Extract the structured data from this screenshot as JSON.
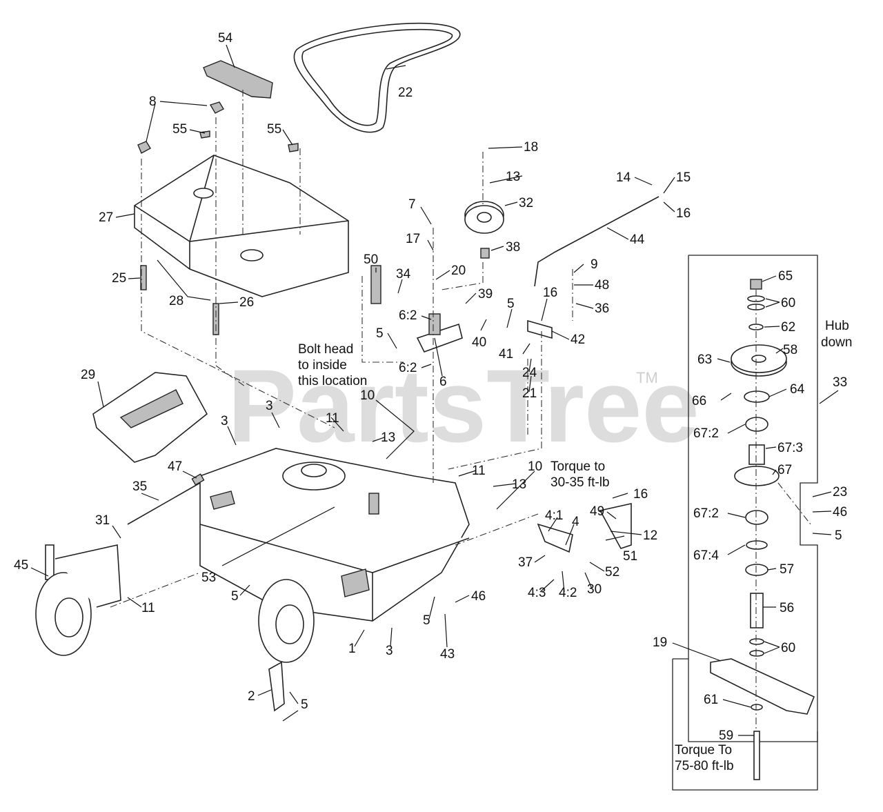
{
  "watermark": {
    "text": "PartsTree",
    "tm": "TM"
  },
  "notes": {
    "bolt_head": [
      "Bolt head",
      "to inside",
      "this location"
    ],
    "torque_30": [
      "Torque to",
      "30-35 ft-lb"
    ],
    "hub_down": [
      "Hub",
      "down"
    ],
    "torque_75": [
      "Torque To",
      "75-80 ft-lb"
    ]
  },
  "callouts": {
    "c54": "54",
    "c22": "22",
    "c8": "8",
    "c55a": "55",
    "c55b": "55",
    "c27": "27",
    "c25": "25",
    "c28": "28",
    "c26": "26",
    "c7": "7",
    "c17": "17",
    "c20": "20",
    "c50": "50",
    "c34": "34",
    "c62a": "6:2",
    "c62b": "6:2",
    "c6": "6",
    "c5a": "5",
    "c18": "18",
    "c13a": "13",
    "c32": "32",
    "c38": "38",
    "c39": "39",
    "c40": "40",
    "c5b": "5",
    "c41": "41",
    "c24": "24",
    "c21": "21",
    "c14": "14",
    "c15": "15",
    "c16a": "16",
    "c44": "44",
    "c9": "9",
    "c48": "48",
    "c36": "36",
    "c16b": "16",
    "c42": "42",
    "c29": "29",
    "c3a": "3",
    "c3b": "3",
    "c11a": "11",
    "c13b": "13",
    "c10a": "10",
    "c47": "47",
    "c35": "35",
    "c11b": "11",
    "c13c": "13",
    "c10b": "10",
    "c31": "31",
    "c45": "45",
    "c11c": "11",
    "c53": "53",
    "c5c": "5",
    "c5d": "5",
    "c46a": "46",
    "c1": "1",
    "c3c": "3",
    "c43": "43",
    "c2": "2",
    "c5e": "5",
    "c41b": "4:1",
    "c4": "4",
    "c37": "37",
    "c43b": "4:3",
    "c42b": "4:2",
    "c49": "49",
    "c16c": "16",
    "c12": "12",
    "c51": "51",
    "c52": "52",
    "c30": "30",
    "c65": "65",
    "c60a": "60",
    "c62": "62",
    "c58": "58",
    "c63": "63",
    "c66": "66",
    "c64": "64",
    "c33": "33",
    "c672a": "67:2",
    "c673": "67:3",
    "c67": "67",
    "c23": "23",
    "c46b": "46",
    "c5f": "5",
    "c672b": "67:2",
    "c674": "67:4",
    "c57": "57",
    "c56": "56",
    "c60b": "60",
    "c19": "19",
    "c61": "61",
    "c59": "59"
  }
}
